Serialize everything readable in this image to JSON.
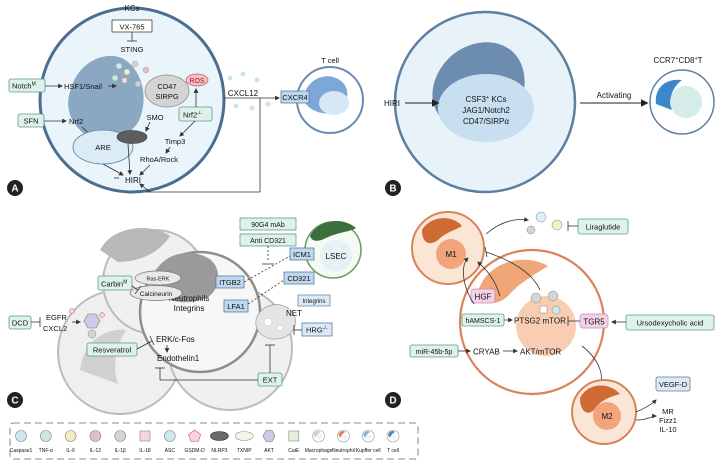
{
  "panels": {
    "A": {
      "letter": "A",
      "kcs_title": "KCs",
      "vx765": "VX-765",
      "sting": "STING",
      "notch_prefix": "Notch",
      "notch_sup": "M",
      "hsf1": "HSF1/Snail",
      "cd47": "CD47",
      "sirpg": "SIRPG",
      "ros": "ROS",
      "sfn": "SFN",
      "nrf2": "Nrf2",
      "are": "ARE",
      "smo": "SMO",
      "nrf2ko": "Nrf2",
      "nrf2ko_sup": "-/-",
      "timp3": "Timp3",
      "rhoa": "RhoA/Rock",
      "hiri": "HIRI",
      "cxcl12": "CXCL12",
      "cxcr4": "CXCR4",
      "tcell": "T cell"
    },
    "B": {
      "letter": "B",
      "hiri": "HIRI",
      "csf3": "CSF3",
      "csf3_sup": "+",
      "csf3_rest": " KCs",
      "jag1": "JAG1/Notch2",
      "cd47": "CD47/SIRPα",
      "activating": "Activating",
      "ccr7_a": "CCR7",
      "ccr7_sup1": "+",
      "ccr7_b": "CD8",
      "ccr7_sup2": "+",
      "ccr7_c": "T"
    },
    "C": {
      "letter": "C",
      "mab": "90G4 mAb",
      "anti": "Anti CD321",
      "icm1": "ICM1",
      "lsec": "LSEC",
      "cd321": "CD321",
      "integrins_box": "Integrins",
      "net": "NET",
      "hrg_prefix": "HRG",
      "hrg_sup": "-/-",
      "carbin_prefix": "Carbin",
      "carbin_sup": "M",
      "ras_erk": "Ras-ERK",
      "calcineurin": "Calcineurin",
      "neutrophils": "Neutrophils",
      "integrins": "Integrins",
      "itgb2": "ITGB2",
      "lfa1": "LFA1",
      "dcd": "DCD",
      "egfr": "EGFR",
      "cxcl2": "CXCL2",
      "resveratrol": "Resveratrol",
      "erk": "ERK/c-Fos",
      "endothelin": "Endothelin1",
      "ext": "EXT"
    },
    "D": {
      "letter": "D",
      "m1": "M1",
      "liraglutide": "Liraglutide",
      "hgf": "HGF",
      "hamscs": "hAMSCS-1",
      "ptsg2": "PTSG2 mTOR",
      "tgr5": "TGR5",
      "udca": "Ursodexycholic acid",
      "mir": "miR-45b-5p",
      "cryab": "CRYAB",
      "akt": "AKT/mTOR",
      "m2": "M2",
      "vegfd": "VEGF-D",
      "mr": "MR",
      "fizz1": "Fizz1",
      "il10": "IL-10"
    }
  },
  "legend": [
    {
      "label": "Caspase1",
      "shape": "circle",
      "color": "#cfe8f0"
    },
    {
      "label": "TNF-α",
      "shape": "circle",
      "color": "#c8ead7"
    },
    {
      "label": "IL-6",
      "shape": "circle",
      "color": "#f2edc1"
    },
    {
      "label": "IL-12",
      "shape": "circle",
      "color": "#dcc3c3"
    },
    {
      "label": "IL-1β",
      "shape": "circle",
      "color": "#d5d5d5"
    },
    {
      "label": "IL-18",
      "shape": "square",
      "color": "#f5d5df"
    },
    {
      "label": "ASC",
      "shape": "circle",
      "color": "#cde9ee"
    },
    {
      "label": "GSDM-D",
      "shape": "pentagon",
      "color": "#f7d3e2"
    },
    {
      "label": "NLRP3",
      "shape": "ellipse-dark",
      "color": "#6a6a6a"
    },
    {
      "label": "TXNIP",
      "shape": "ellipse-light",
      "color": "#f8f4e8"
    },
    {
      "label": "AKT",
      "shape": "hexagon",
      "color": "#c9cbe8"
    },
    {
      "label": "CatE",
      "shape": "square",
      "color": "#e5f0d8"
    },
    {
      "label": "Macrophage",
      "shape": "cell-grey",
      "color": "#cfcfcf"
    },
    {
      "label": "Neutrophil",
      "shape": "cell-orange",
      "color": "#e9834a"
    },
    {
      "label": "Kupffer cell",
      "shape": "cell-blue",
      "color": "#8bb0d6"
    },
    {
      "label": "T cell",
      "shape": "cell-tcell",
      "color": "#4a86c8"
    }
  ]
}
